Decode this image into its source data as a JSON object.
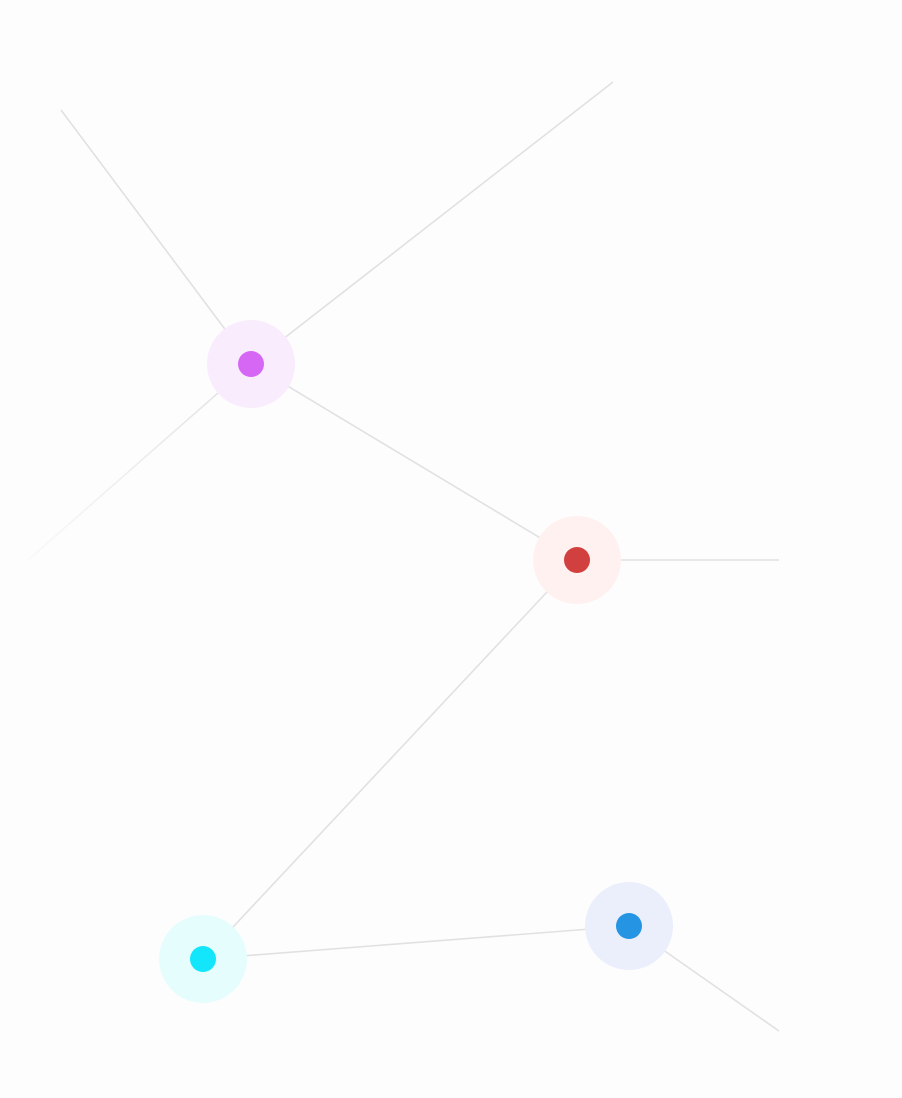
{
  "nodes": [
    {
      "id": "violet",
      "color": "#d667f5",
      "halo": "#f9ecfd"
    },
    {
      "id": "red",
      "color": "#d23f3f",
      "halo": "#fff1ef"
    },
    {
      "id": "cyan",
      "color": "#13e5fb",
      "halo": "#e6fdfd"
    },
    {
      "id": "blue",
      "color": "#2494e3",
      "halo": "#ebeffc"
    }
  ],
  "edges": [
    {
      "id": "violet-to-top-left"
    },
    {
      "id": "violet-to-top-right"
    },
    {
      "id": "violet-to-left"
    },
    {
      "id": "violet-to-red"
    },
    {
      "id": "red-to-right"
    },
    {
      "id": "red-to-cyan"
    },
    {
      "id": "cyan-to-blue"
    },
    {
      "id": "blue-to-bottom-right"
    }
  ],
  "edge_color": "#e1e1e4",
  "background": "#fdfdfd"
}
